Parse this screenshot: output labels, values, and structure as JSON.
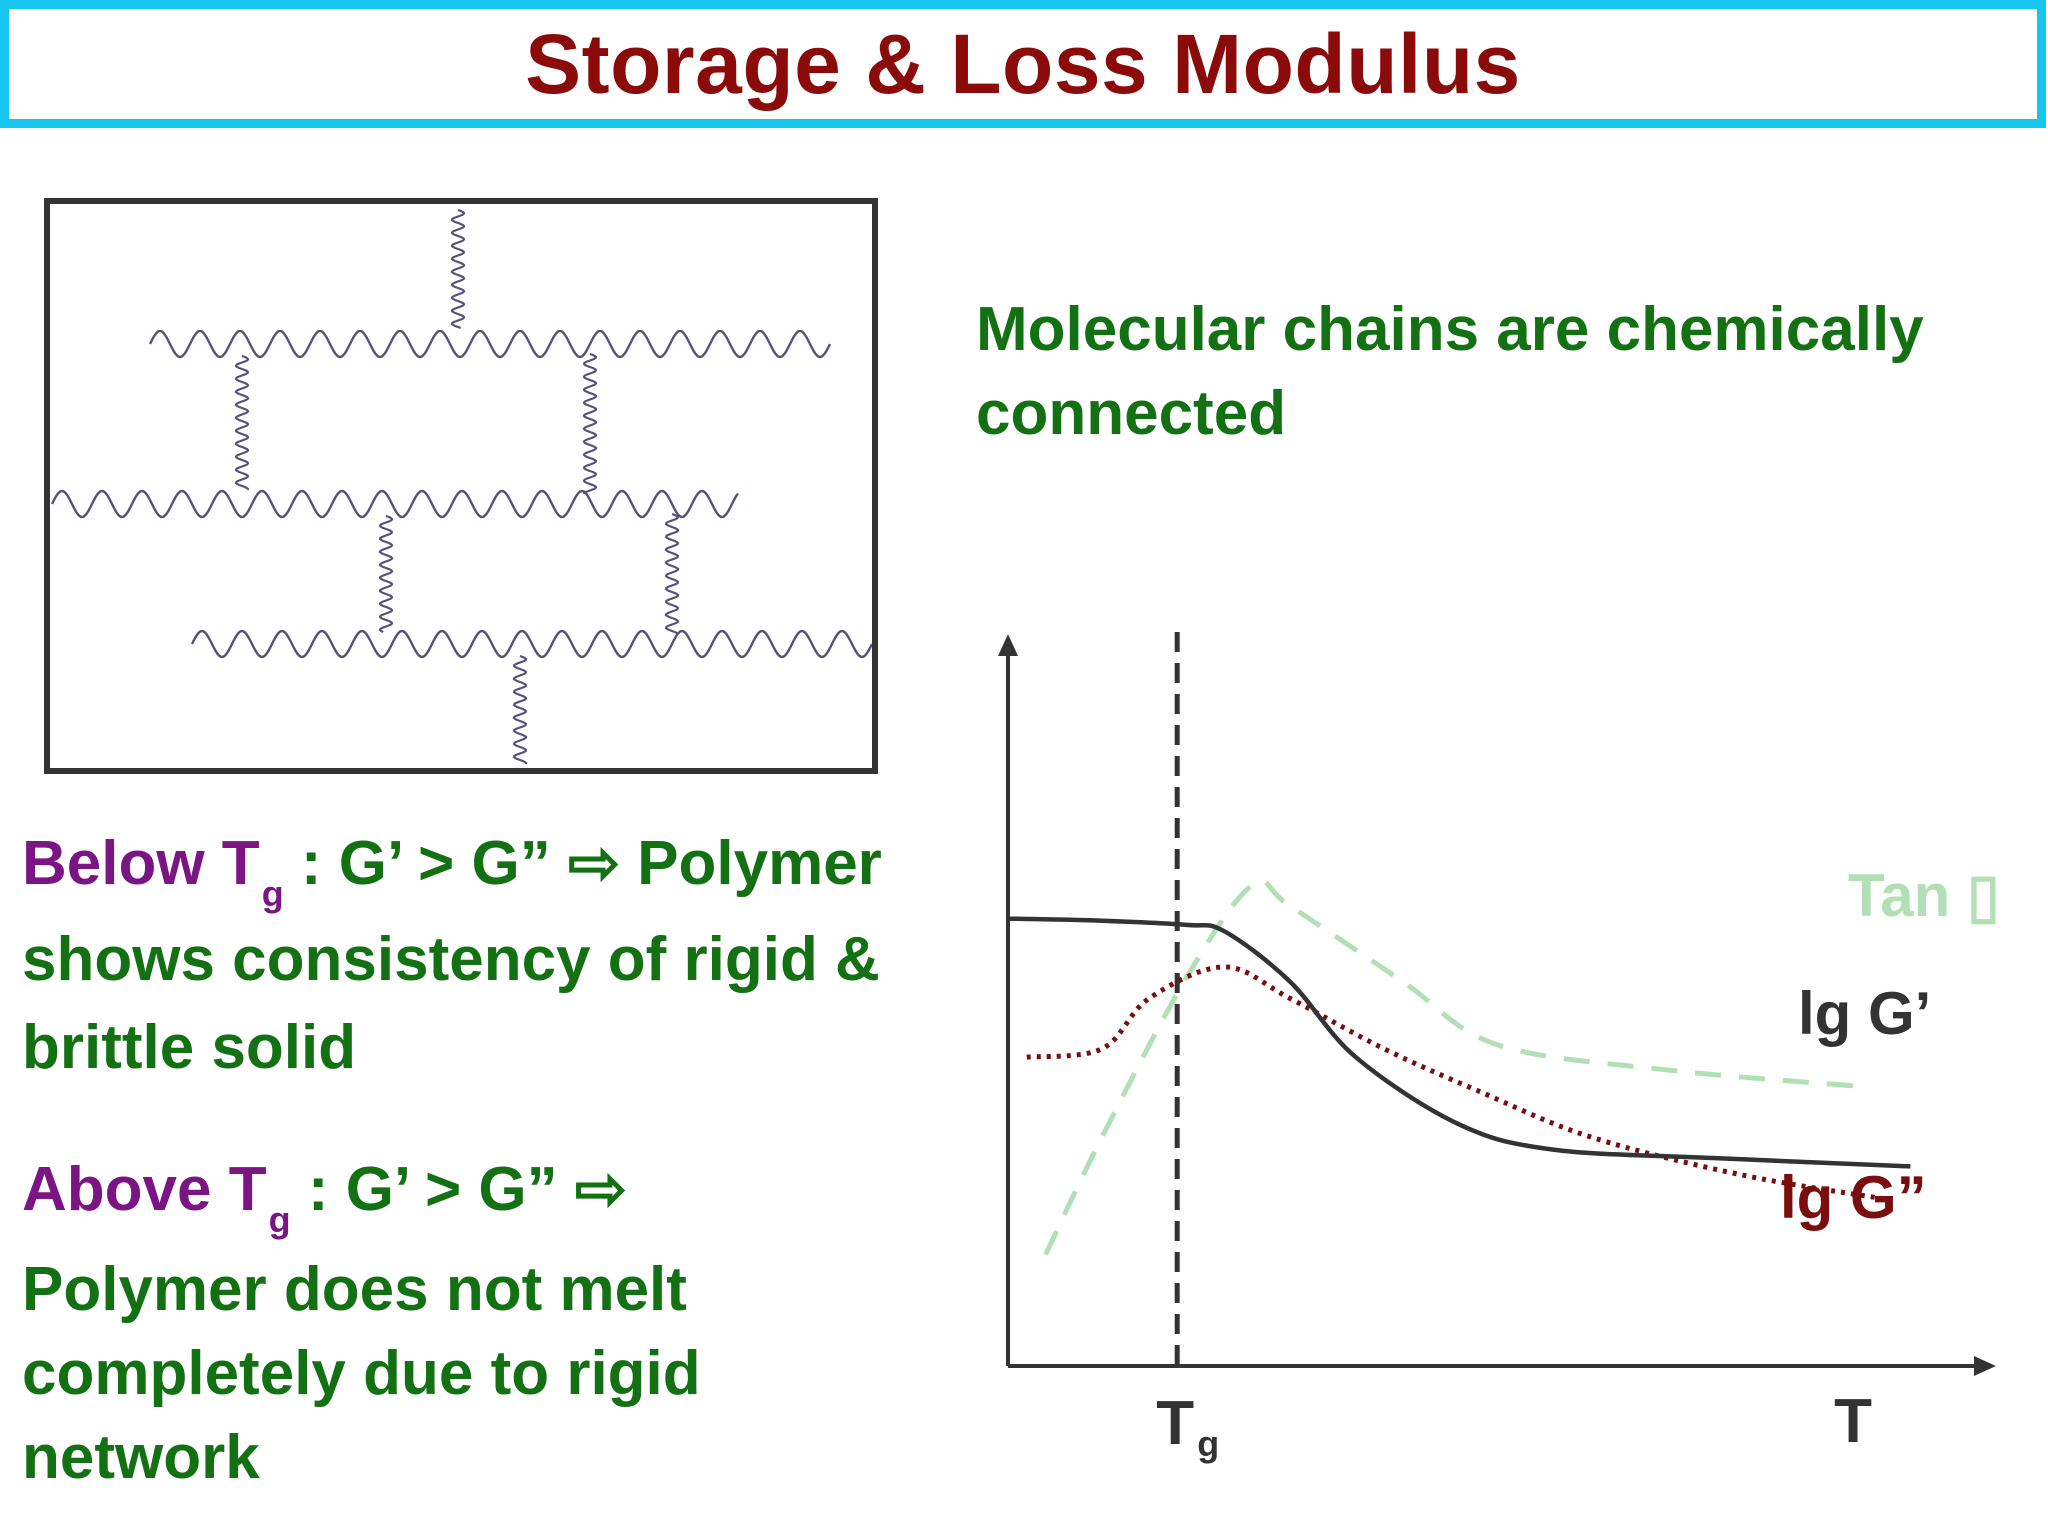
{
  "title": "Storage & Loss Modulus",
  "molecular_text": {
    "line1": "Molecular chains are chemically",
    "line2": "connected"
  },
  "below": {
    "label": "Below T",
    "sub": "g",
    "rel": ": G’ > G”",
    "arrow": "⇨",
    "line1_rest": "Polymer",
    "line2": "shows consistency of rigid &",
    "line3": "brittle solid"
  },
  "above": {
    "label": "Above T",
    "sub": "g",
    "rel": ":  G’ > G”",
    "arrow": "⇨",
    "line2": "Polymer does not melt",
    "line3": "completely due to rigid",
    "line4": "network"
  },
  "chart_data": {
    "type": "line",
    "xlabel": "T",
    "tg_label": "T",
    "tg_sub": "g",
    "series": [
      {
        "name": "lg G’",
        "style": "solid",
        "color": "#333333",
        "points": [
          [
            0,
            0.97
          ],
          [
            0.1,
            0.965
          ],
          [
            0.19,
            0.955
          ],
          [
            0.23,
            0.94
          ],
          [
            0.3,
            0.82
          ],
          [
            0.37,
            0.64
          ],
          [
            0.48,
            0.48
          ],
          [
            0.58,
            0.42
          ],
          [
            0.75,
            0.4
          ],
          [
            0.96,
            0.38
          ]
        ]
      },
      {
        "name": "lg G”",
        "style": "dotted",
        "color": "#7a0d0d",
        "points": [
          [
            0.02,
            0.64
          ],
          [
            0.1,
            0.66
          ],
          [
            0.15,
            0.78
          ],
          [
            0.23,
            0.855
          ],
          [
            0.3,
            0.78
          ],
          [
            0.4,
            0.66
          ],
          [
            0.5,
            0.56
          ],
          [
            0.62,
            0.45
          ],
          [
            0.78,
            0.36
          ],
          [
            0.94,
            0.3
          ]
        ]
      },
      {
        "name": "Tan δ",
        "style": "dashed",
        "color": "#b2dfb4",
        "points": [
          [
            0.04,
            0.17
          ],
          [
            0.1,
            0.45
          ],
          [
            0.19,
            0.83
          ],
          [
            0.26,
            1.05
          ],
          [
            0.3,
            1.0
          ],
          [
            0.42,
            0.82
          ],
          [
            0.52,
            0.67
          ],
          [
            0.7,
            0.61
          ],
          [
            0.91,
            0.57
          ]
        ]
      }
    ],
    "annotations": {
      "tan": "Tan ▯",
      "g1": "lg G’",
      "g2": "lg G”"
    }
  },
  "colors": {
    "title": "#8b0a0a",
    "border": "#16c6ef",
    "green_text": "#137013",
    "purple_text": "#7a1583"
  }
}
